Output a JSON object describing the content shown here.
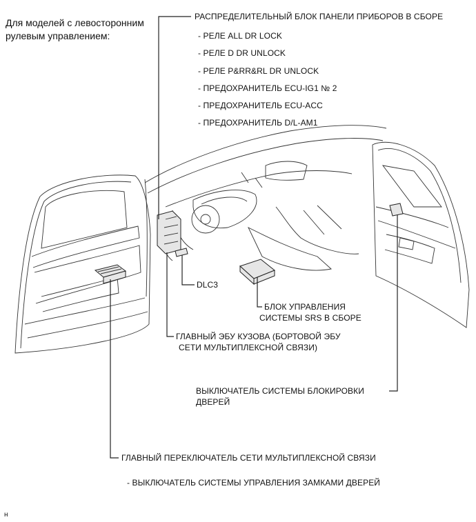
{
  "title": "Для моделей с левосторонним рулевым управлением:",
  "instrument_panel": {
    "heading": "РАСПРЕДЕЛИТЕЛЬНЫЙ БЛОК ПАНЕЛИ ПРИБОРОВ В СБОРЕ",
    "items": [
      "- РЕЛЕ ALL DR LOCK",
      "- РЕЛЕ D DR UNLOCK",
      "- РЕЛЕ P&RR&RL DR UNLOCK",
      "- ПРЕДОХРАНИТЕЛЬ ECU-IG1 № 2",
      "- ПРЕДОХРАНИТЕЛЬ ECU-ACC",
      "- ПРЕДОХРАНИТЕЛЬ D/L-AM1"
    ]
  },
  "dlc3": "DLC3",
  "srs": [
    "БЛОК УПРАВЛЕНИЯ",
    "СИСТЕМЫ SRS В СБОРЕ"
  ],
  "body_ecu": [
    "ГЛАВНЫЙ ЭБУ КУЗОВА (БОРТОВОЙ ЭБУ",
    "СЕТИ МУЛЬТИПЛЕКСНОЙ СВЯЗИ)"
  ],
  "door_lock_switch": [
    "ВЫКЛЮЧАТЕЛЬ СИСТЕМЫ БЛОКИРОВКИ",
    "ДВЕРЕЙ"
  ],
  "master_switch": {
    "heading": "ГЛАВНЫЙ ПЕРЕКЛЮЧАТЕЛЬ СЕТИ МУЛЬТИПЛЕКСНОЙ СВЯЗИ",
    "item": "- ВЫКЛЮЧАТЕЛЬ СИСТЕМЫ УПРАВЛЕНИЯ ЗАМКАМИ ДВЕРЕЙ"
  },
  "figure_code": "н"
}
